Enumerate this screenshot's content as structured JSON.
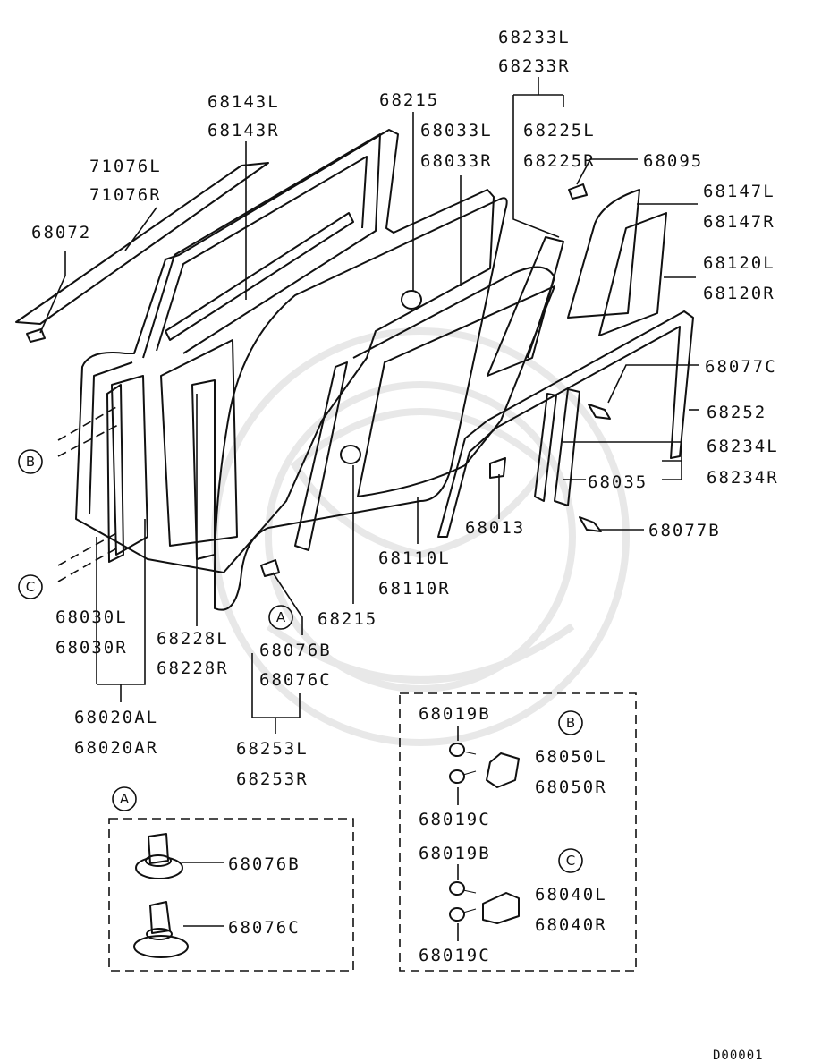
{
  "labels": {
    "p68233L": "68233L",
    "p68233R": "68233R",
    "p68143L": "68143L",
    "p68143R": "68143R",
    "p68215_top": "68215",
    "p68033L": "68033L",
    "p68033R": "68033R",
    "p68225L": "68225L",
    "p68225R": "68225R",
    "p68095": "68095",
    "p71076L": "71076L",
    "p71076R": "71076R",
    "p68147L": "68147L",
    "p68147R": "68147R",
    "p68072": "68072",
    "p68120L": "68120L",
    "p68120R": "68120R",
    "p68077C": "68077C",
    "p68252": "68252",
    "p68234L": "68234L",
    "p68234R": "68234R",
    "p68035": "68035",
    "p68013": "68013",
    "p68077B": "68077B",
    "p68110L": "68110L",
    "p68110R": "68110R",
    "p68030L": "68030L",
    "p68030R": "68030R",
    "p68228L": "68228L",
    "p68228R": "68228R",
    "p68215_bot": "68215",
    "p68076B_main": "68076B",
    "p68076C_main": "68076C",
    "p68020AL": "68020AL",
    "p68020AR": "68020AR",
    "p68253L": "68253L",
    "p68253R": "68253R",
    "p68019B_1": "68019B",
    "p68050L": "68050L",
    "p68050R": "68050R",
    "p68019C_1": "68019C",
    "p68019B_2": "68019B",
    "p68040L": "68040L",
    "p68040R": "68040R",
    "p68019C_2": "68019C",
    "p68076B_detail": "68076B",
    "p68076C_detail": "68076C"
  },
  "callouts": {
    "A": "A",
    "B": "B",
    "C": "C"
  },
  "diagram_code": "D00001"
}
